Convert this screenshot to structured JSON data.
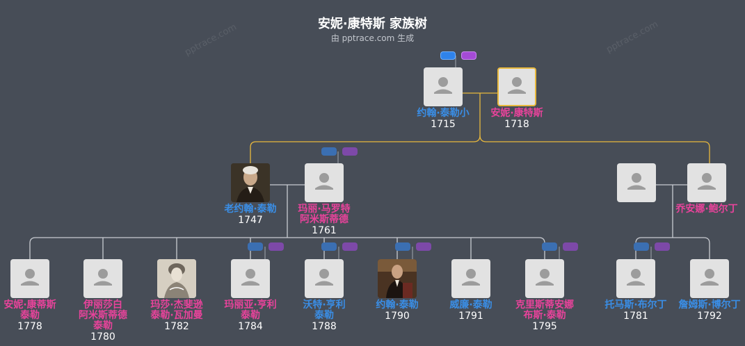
{
  "header": {
    "title": "安妮·康特斯 家族树",
    "subtitle": "由 pptrace.com 生成",
    "watermark": "pptrace.com"
  },
  "colors": {
    "male": "#3a8ee6",
    "female": "#e8439b",
    "line_gold": "#e9b93d",
    "line_grey": "#c9ccd2",
    "background": "#474d57"
  },
  "people": [
    {
      "name": "约翰·泰勒小",
      "year": "1715",
      "gender": "m"
    },
    {
      "name": "安妮·康特斯",
      "year": "1718",
      "gender": "f"
    },
    {
      "name": "老约翰·泰勒",
      "year": "1747",
      "gender": "m"
    },
    {
      "name": "玛丽·马罗特\n阿米斯蒂德",
      "year": "1761",
      "gender": "f"
    },
    {
      "name": "",
      "year": "",
      "gender": "m"
    },
    {
      "name": "乔安娜·鲍尔丁",
      "year": "",
      "gender": "f"
    },
    {
      "name": "安妮·康蒂斯\n泰勒",
      "year": "1778",
      "gender": "f"
    },
    {
      "name": "伊丽莎白\n阿米斯蒂德\n泰勒",
      "year": "1780",
      "gender": "f"
    },
    {
      "name": "玛莎·杰斐逊\n泰勒·瓦加曼",
      "year": "1782",
      "gender": "f"
    },
    {
      "name": "玛丽亚·亨利\n泰勒",
      "year": "1784",
      "gender": "f"
    },
    {
      "name": "沃特·亨利\n泰勒",
      "year": "1788",
      "gender": "m"
    },
    {
      "name": "约翰·泰勒",
      "year": "1790",
      "gender": "m"
    },
    {
      "name": "威廉·泰勒",
      "year": "1791",
      "gender": "m"
    },
    {
      "name": "克里斯蒂安娜\n布斯·泰勒",
      "year": "1795",
      "gender": "f"
    },
    {
      "name": "托马斯·布尔丁",
      "year": "1781",
      "gender": "m"
    },
    {
      "name": "詹姆斯·博尔丁",
      "year": "1792",
      "gender": "m"
    }
  ]
}
